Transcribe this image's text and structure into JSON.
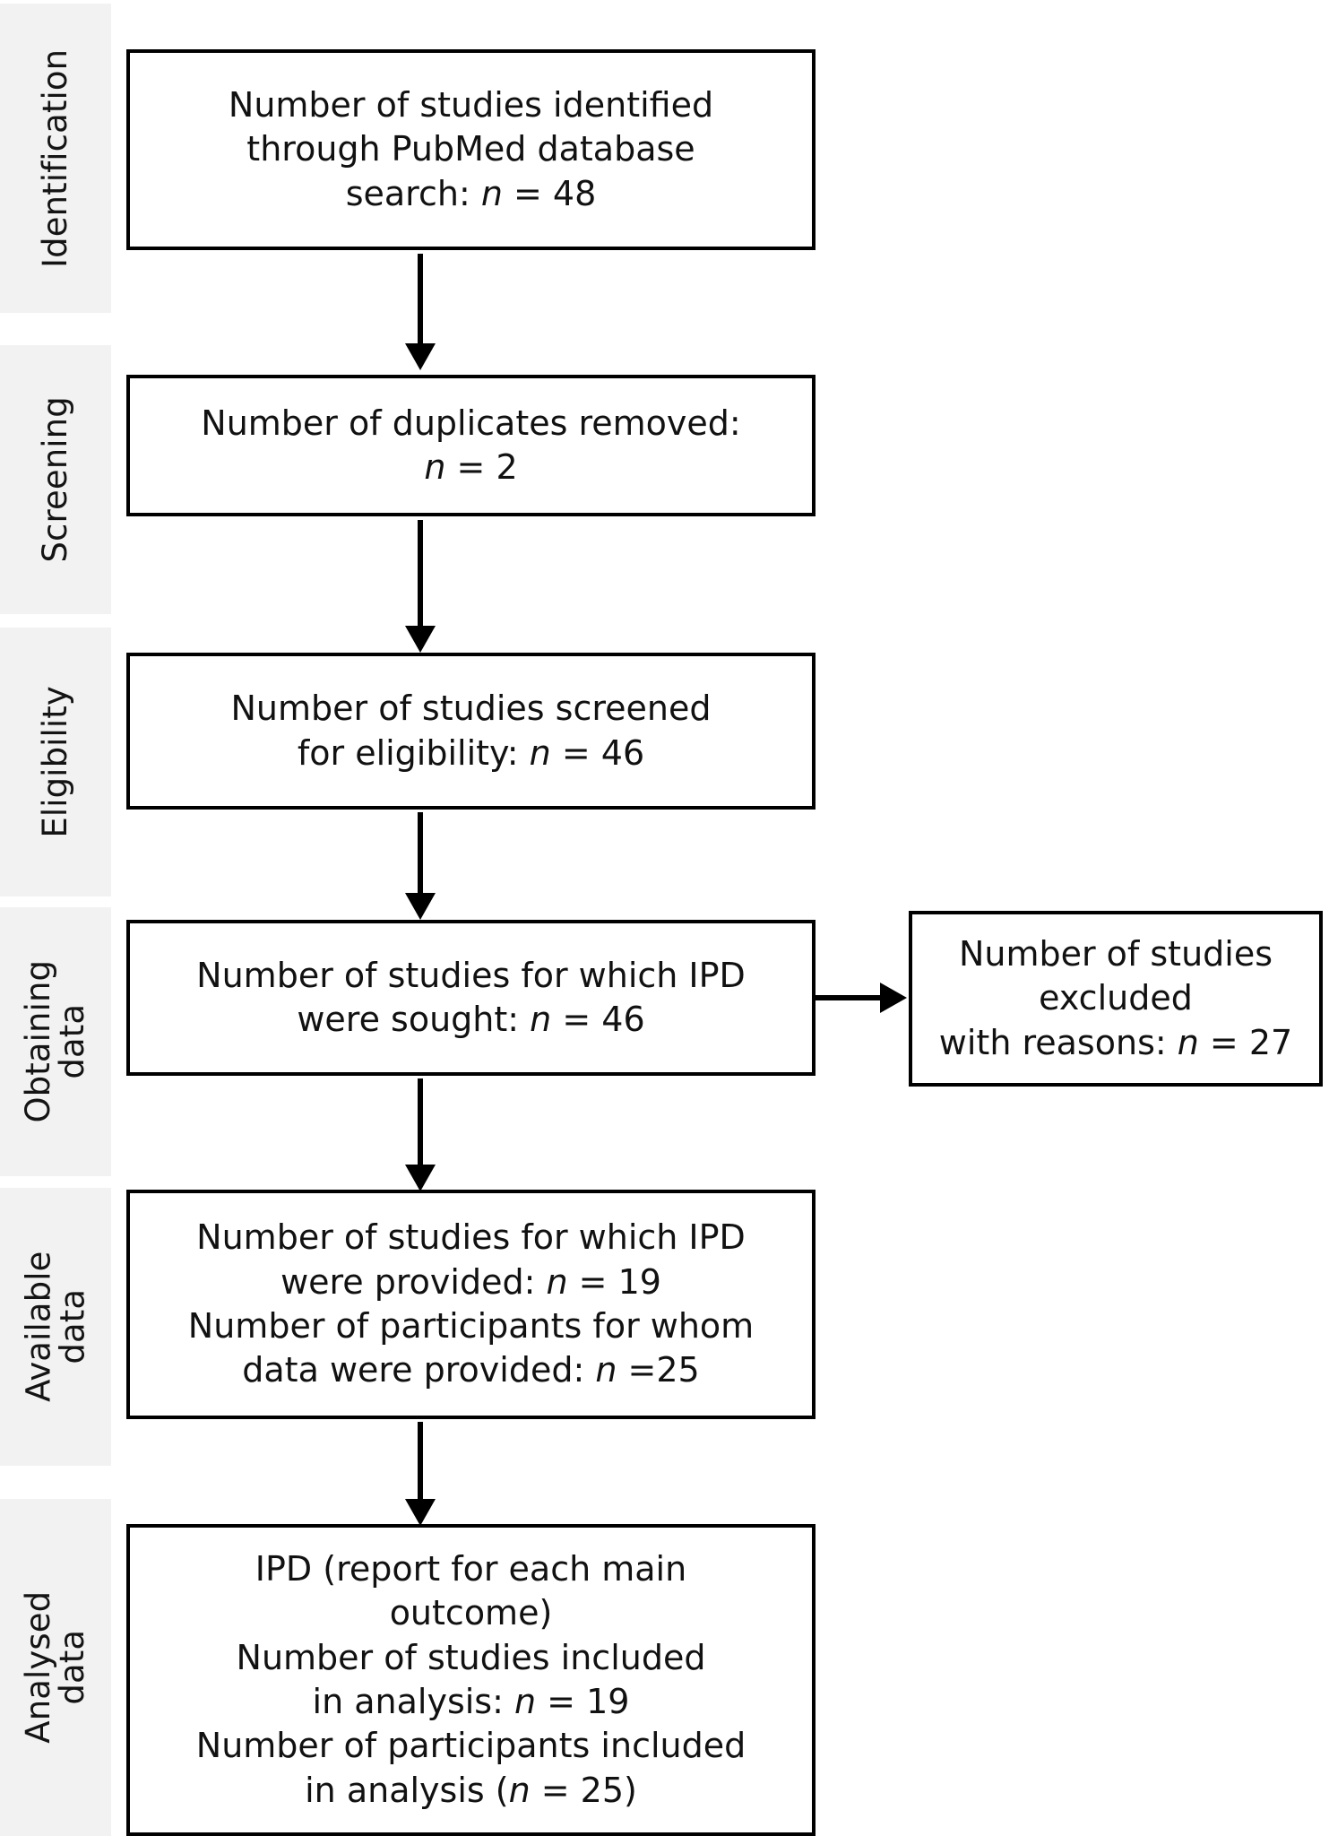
{
  "diagram": {
    "title": "PRISMA IPD study selection flow diagram",
    "type": "flowchart",
    "line_color": "#000000",
    "band_color": "#f2f2f2",
    "text_color": "#111111",
    "background": "#ffffff"
  },
  "stages": [
    {
      "id": "identification",
      "label_line1": "Identification",
      "label_line2": ""
    },
    {
      "id": "screening",
      "label_line1": "Screening",
      "label_line2": ""
    },
    {
      "id": "eligibility",
      "label_line1": "Eligibility",
      "label_line2": ""
    },
    {
      "id": "obtaining-data",
      "label_line1": "Obtaining",
      "label_line2": "data"
    },
    {
      "id": "available-data",
      "label_line1": "Available",
      "label_line2": "data"
    },
    {
      "id": "analysed-data",
      "label_line1": "Analysed",
      "label_line2": "data"
    }
  ],
  "boxes": {
    "identified": {
      "line1": "Number of studies identified",
      "line2": "through PubMed database",
      "line3_pre": "search: ",
      "line3_n": "n",
      "line3_post": " = 48",
      "count": 48
    },
    "duplicates": {
      "line1": "Number of duplicates removed:",
      "line2_pre": "",
      "line2_n": "n",
      "line2_post": " = 2",
      "count": 2
    },
    "screened": {
      "line1": "Number of studies screened",
      "line2_pre": "for eligibility: ",
      "line2_n": "n",
      "line2_post": " = 46",
      "count": 46
    },
    "ipd_sought": {
      "line1": "Number of studies for which IPD",
      "line2_pre": "were sought: ",
      "line2_n": "n",
      "line2_post": " = 46",
      "count": 46
    },
    "excluded": {
      "line1": "Number of studies",
      "line2": "excluded",
      "line3_pre": "with reasons: ",
      "line3_n": "n",
      "line3_post": " = 27",
      "count": 27
    },
    "ipd_provided": {
      "line1": "Number of studies for which IPD",
      "line2_pre": "were provided: ",
      "line2_n": "n",
      "line2_post": " = 19",
      "line3": "Number of participants for whom",
      "line4_pre": "data were provided: ",
      "line4_n": "n",
      "line4_post": " =25",
      "studies_count": 19,
      "participants_count": 25
    },
    "analysed": {
      "line1": "IPD (report for each main",
      "line2": "outcome)",
      "line3": "Number of studies included",
      "line4_pre": "in analysis: ",
      "line4_n": "n",
      "line4_post": " = 19",
      "line5": "Number of participants included",
      "line6_pre": "in analysis (",
      "line6_n": "n",
      "line6_post": " = 25)",
      "studies_count": 19,
      "participants_count": 25
    }
  }
}
